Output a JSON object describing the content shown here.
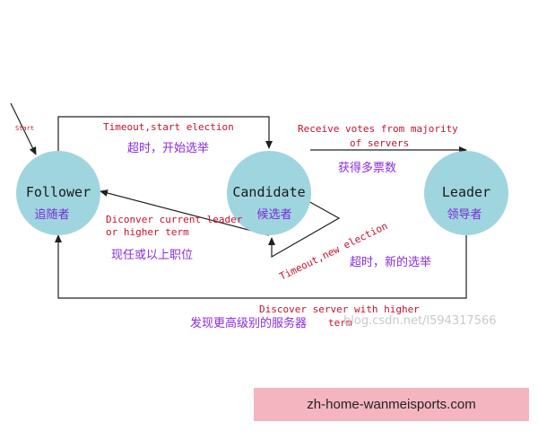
{
  "nodes": {
    "follower": {
      "label": "Follower",
      "sub": "追随者"
    },
    "candidate": {
      "label": "Candidate",
      "sub": "候选者"
    },
    "leader": {
      "label": "Leader",
      "sub": "领导者"
    }
  },
  "start": "Start",
  "edges": {
    "follower_to_candidate": {
      "en": "Timeout,start election",
      "zh": "超时，开始选举"
    },
    "candidate_to_leader": {
      "en_line1": "Receive votes from majority",
      "en_line2": "of servers",
      "zh": "获得多票数"
    },
    "candidate_to_follower": {
      "en_line1": "Diconver current leader",
      "en_line2": "or higher term",
      "zh": "现任或以上职位"
    },
    "candidate_self": {
      "en": "Timeout,new election",
      "zh": "超时，新的选举"
    },
    "leader_to_follower": {
      "en": "Discover server with higher",
      "zh": "发现更高级别的服务器",
      "en_tail": "term"
    }
  },
  "watermark": "blog.csdn.net/l594317566",
  "banner": "zh-home-wanmeisports.com",
  "colors": {
    "node_fill": "#9fd5df",
    "english_label": "#c8102e",
    "chinese_label": "#8a2be2",
    "banner_bg": "#f5b5c0"
  }
}
